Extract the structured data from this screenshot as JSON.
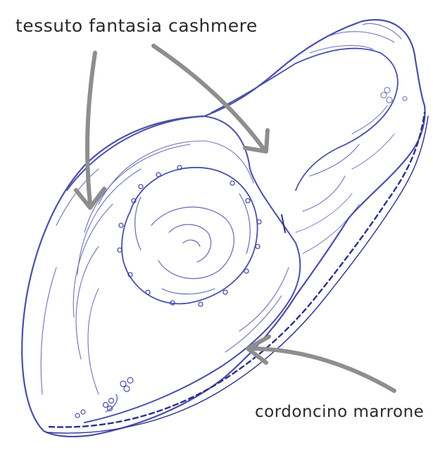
{
  "annotations": {
    "top_label": "tessuto fantasia cashmere",
    "bottom_label": "cordoncino marrone"
  },
  "colors": {
    "sketch_line": "#4b4fa8",
    "stitch_line": "#2e2f8a",
    "arrow": "#8e8e8e",
    "text": "#2a2a2a",
    "background": "#ffffff"
  },
  "icons": {
    "shoe": "espadrille-sketch",
    "arrows": "pointer-arrow"
  }
}
